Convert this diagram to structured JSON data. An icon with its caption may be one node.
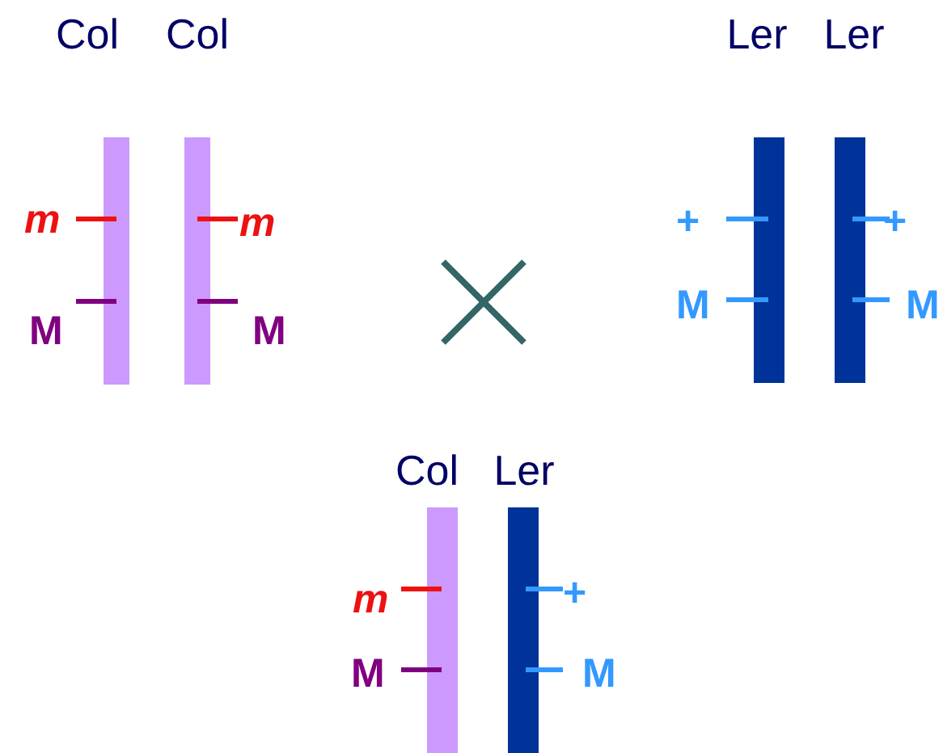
{
  "diagram": {
    "nodes": [
      {
        "text": [
          "Col"
        ],
        "beside": [
          "m",
          "M"
        ]
      },
      {
        "text": [
          "Col"
        ],
        "beside": [
          "m",
          "M"
        ]
      },
      {
        "text": [
          "Ler"
        ],
        "beside": [
          "+",
          "M"
        ]
      },
      {
        "text": [
          "Ler"
        ],
        "beside": [
          "+",
          "M"
        ]
      },
      {
        "text": [
          "Col"
        ],
        "beside": [
          "m",
          "M"
        ]
      },
      {
        "text": [
          "Ler"
        ],
        "beside": [
          "+",
          "M"
        ]
      }
    ],
    "edges": []
  }
}
